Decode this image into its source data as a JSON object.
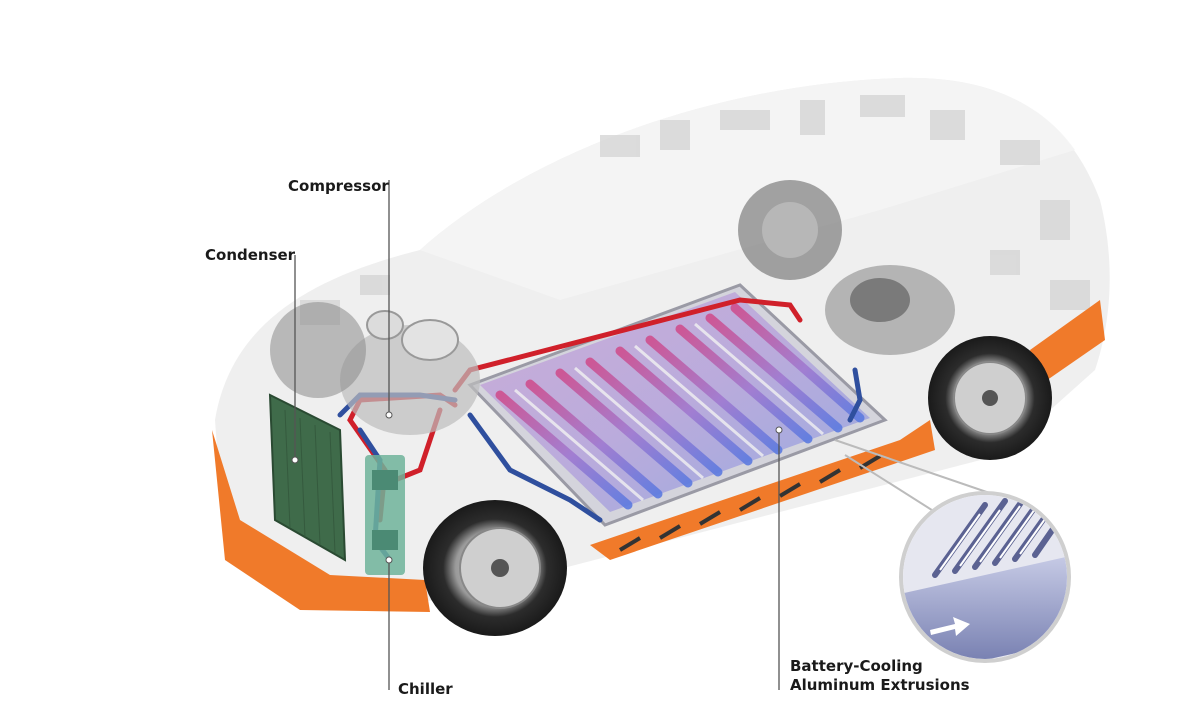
{
  "labels": {
    "compressor": "Compressor",
    "condenser": "Condenser",
    "chiller": "Chiller",
    "battery_line1": "Battery-Cooling",
    "battery_line2": "Aluminum Extrusions"
  },
  "colors": {
    "coolant_hot": "#d0202a",
    "coolant_cold": "#2f4f9e",
    "body_orange": "#f07a2a",
    "condenser_green": "#3f6b4a",
    "leader_line": "#555555"
  }
}
